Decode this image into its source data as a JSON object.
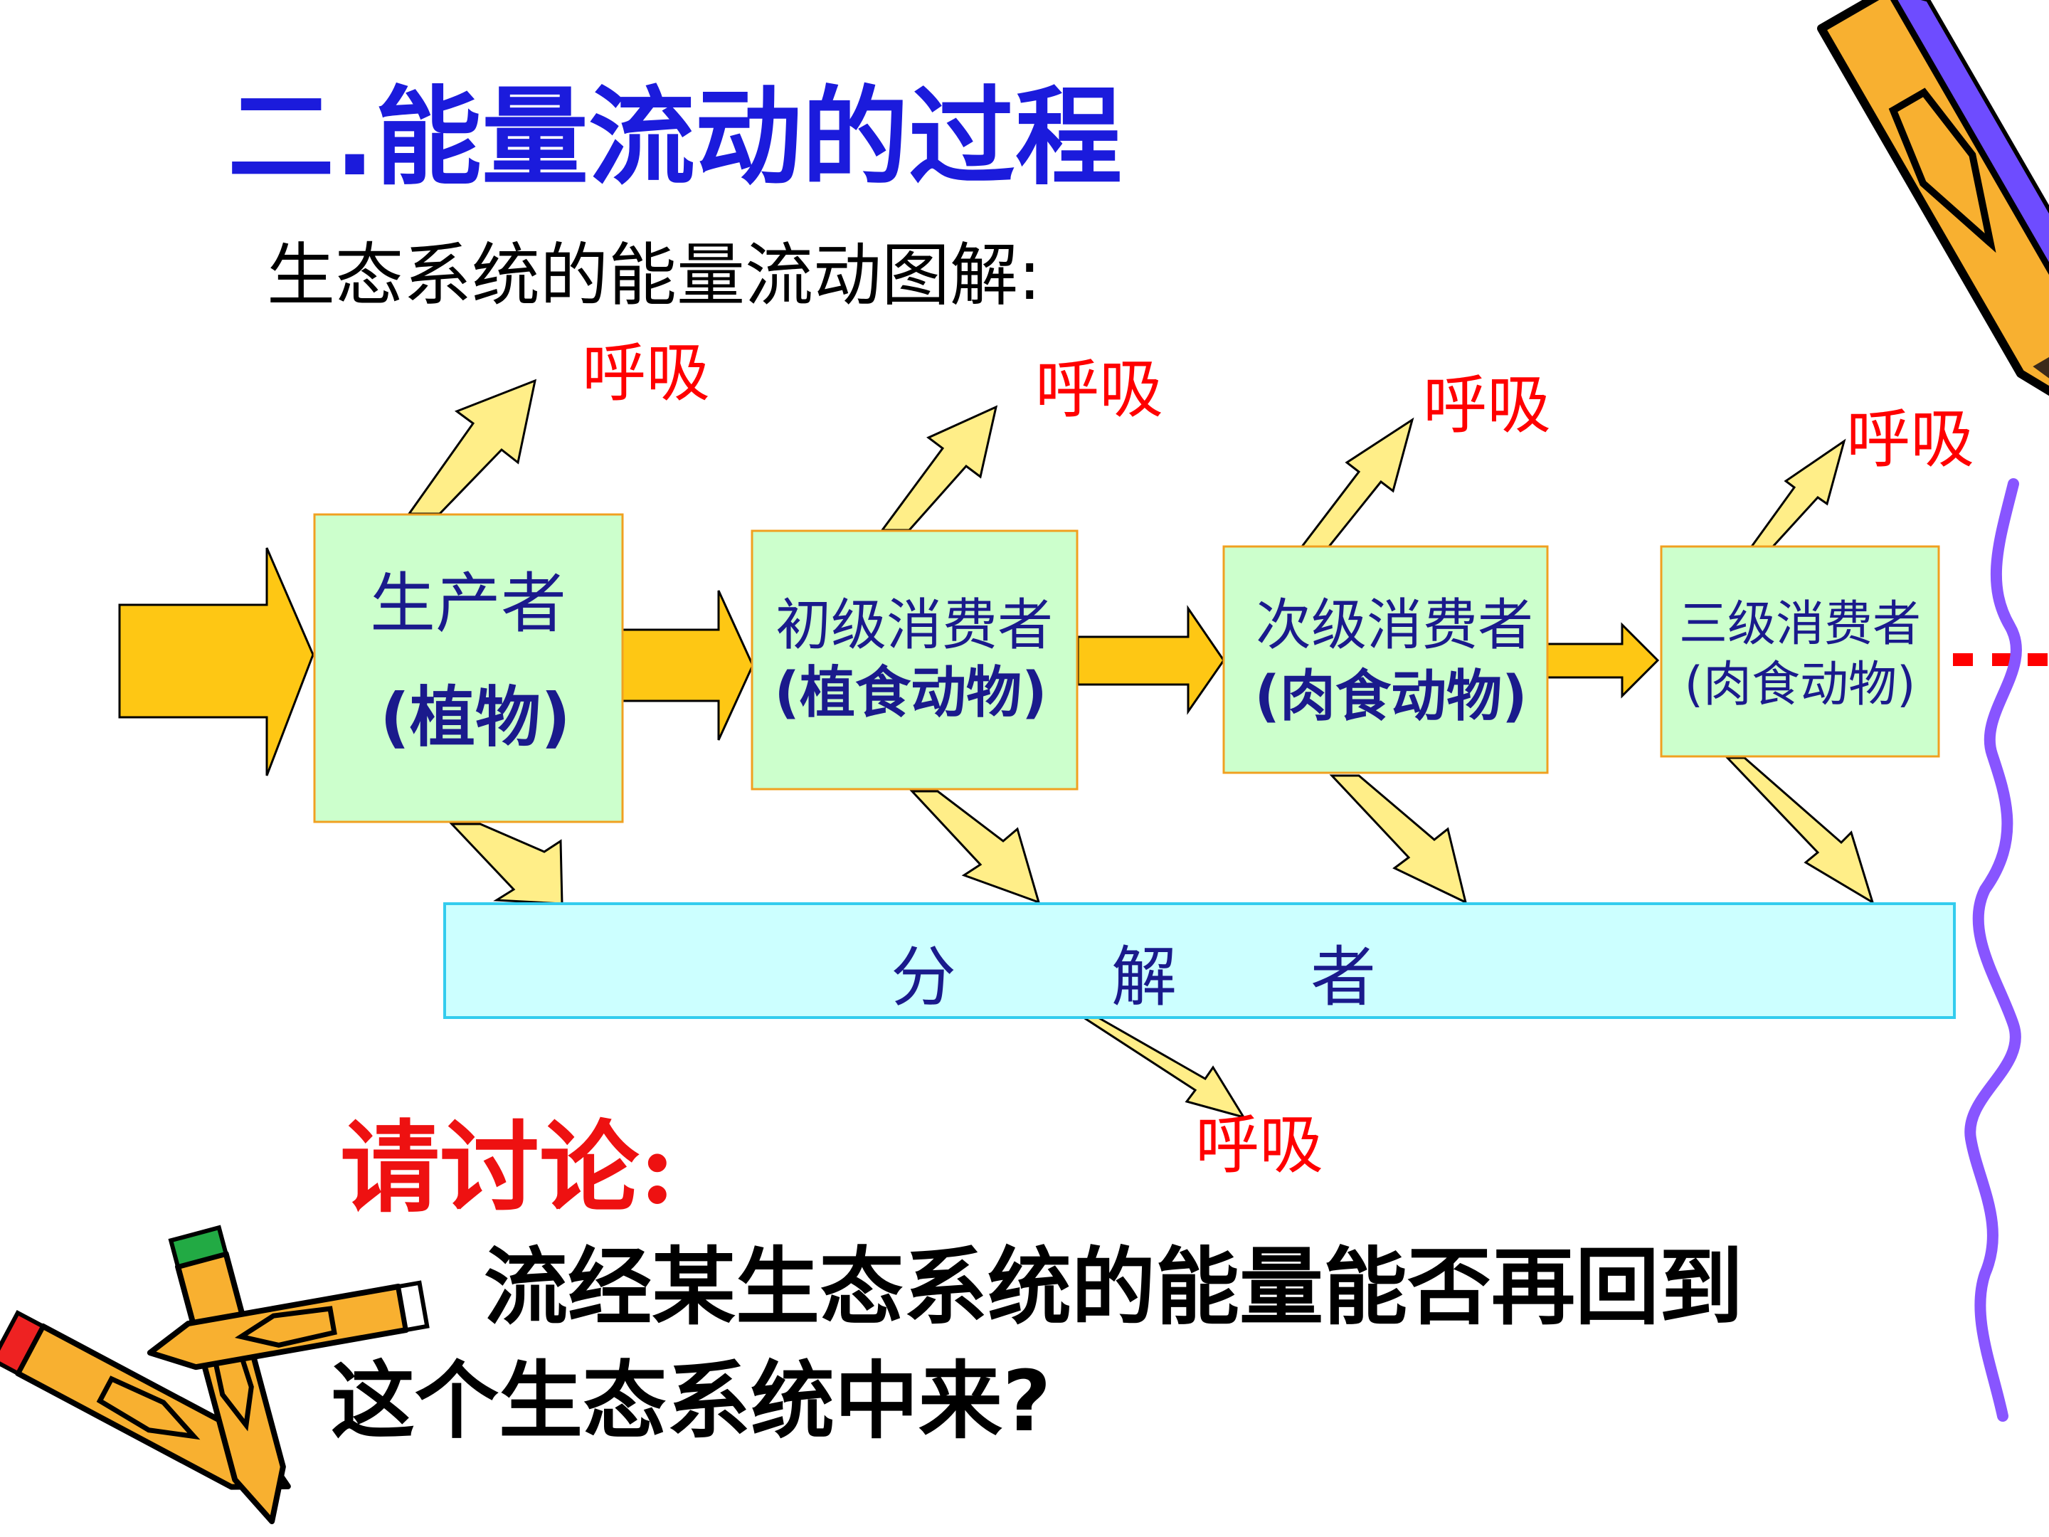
{
  "title": "二.能量流动的过程",
  "subtitle": "生态系统的能量流动图解:",
  "colors": {
    "title": "#1b1bdc",
    "breath": "#ff0000",
    "box_fill": "#ccffcc",
    "box_border": "#f0a020",
    "decomposer_fill": "#ccffff",
    "decomposer_border": "#33ccee",
    "arrow_fill": "#fec714",
    "thin_arrow_fill": "#ffee88",
    "wave": "#8855ff",
    "discuss": "#ee1111"
  },
  "nodes": {
    "producer": {
      "line1": "生产者",
      "line2": "(植物)"
    },
    "primary": {
      "line1": "初级消费者",
      "line2": "(植食动物)"
    },
    "secondary": {
      "line1": "次级消费者",
      "line2": "(肉食动物)"
    },
    "tertiary": {
      "line1": "三级消费者",
      "line2": "(肉食动物)"
    },
    "decomposer": {
      "c1": "分",
      "c2": "解",
      "c3": "者"
    }
  },
  "respiration": {
    "r1": "呼吸",
    "r2": "呼吸",
    "r3": "呼吸",
    "r4": "呼吸",
    "r5": "呼吸"
  },
  "ellipsis": "…",
  "discussion": {
    "label": "请讨论:",
    "question_line1": "流经某生态系统的能量能否再回到",
    "question_line2": "这个生态系统中来?"
  }
}
